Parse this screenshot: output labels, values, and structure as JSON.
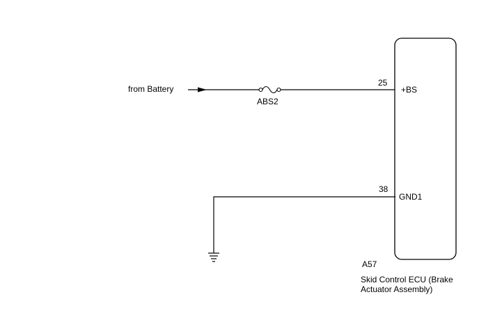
{
  "source": {
    "label": "from Battery"
  },
  "fuse": {
    "label": "ABS2"
  },
  "ecu": {
    "code": "A57",
    "name": "Skid Control ECU (Brake Actuator Assembly)",
    "pins": [
      {
        "number": "25",
        "name": "+BS"
      },
      {
        "number": "38",
        "name": "GND1"
      }
    ]
  },
  "colors": {
    "line": "#000000",
    "background": "#ffffff"
  },
  "icons": {
    "arrow": "arrow-right-icon",
    "fuse": "fuse-icon",
    "ground": "ground-icon"
  }
}
